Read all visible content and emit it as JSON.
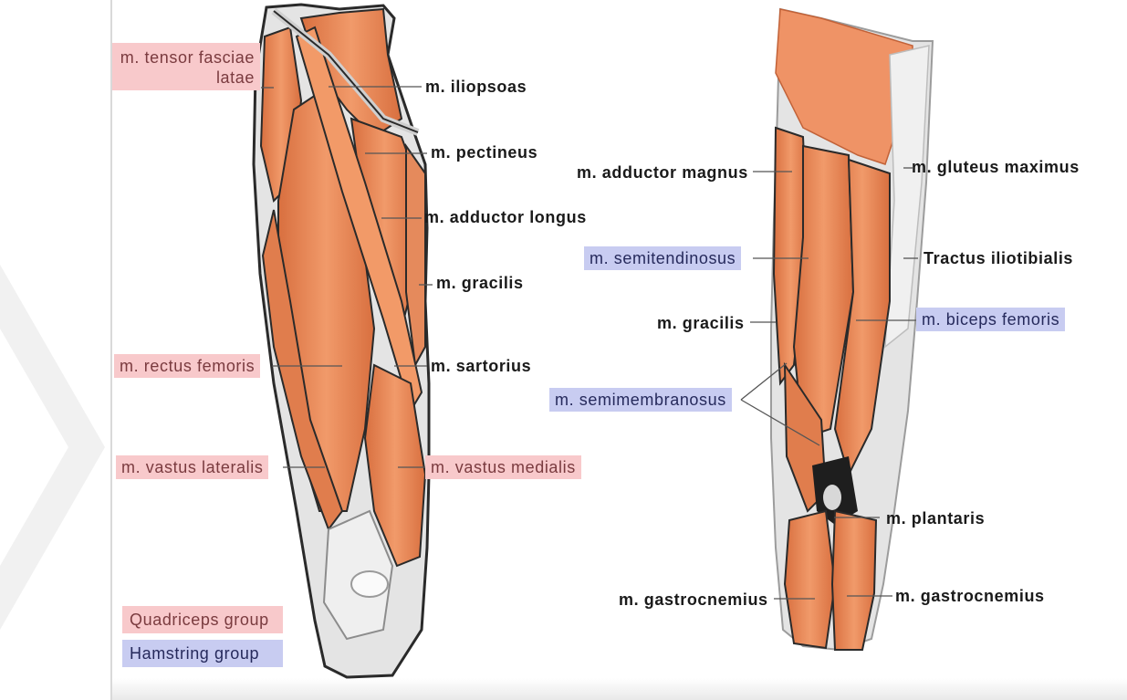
{
  "colors": {
    "quadriceps_highlight": "#f8c9cb",
    "hamstring_highlight": "#c8ccf1",
    "muscle": "#e98a5a",
    "muscle_dark": "#c9653a",
    "tendon": "#e6e6e6"
  },
  "anterior_labels": {
    "tensor_line1": "m. tensor fasciae",
    "tensor_line2": "latae",
    "iliopsoas": "m. iliopsoas",
    "pectineus": "m. pectineus",
    "adductor_longus": "m. adductor longus",
    "gracilis": "m. gracilis",
    "rectus_femoris": "m. rectus femoris",
    "sartorius": "m. sartorius",
    "vastus_lateralis": "m. vastus lateralis",
    "vastus_medialis": "m. vastus medialis"
  },
  "posterior_labels": {
    "adductor_magnus": "m. adductor magnus",
    "gluteus_maximus": "m. gluteus maximus",
    "semitendinosus": "m. semitendinosus",
    "tractus_iliotibialis": "Tractus iliotibialis",
    "gracilis": "m. gracilis",
    "biceps_femoris": "m. biceps femoris",
    "semimembranosus": "m. semimembranosus",
    "plantaris": "m. plantaris",
    "gastrocnemius_left": "m. gastrocnemius",
    "gastrocnemius_right": "m. gastrocnemius"
  },
  "legend": {
    "quadriceps": "Quadriceps group",
    "hamstring": "Hamstring group"
  }
}
